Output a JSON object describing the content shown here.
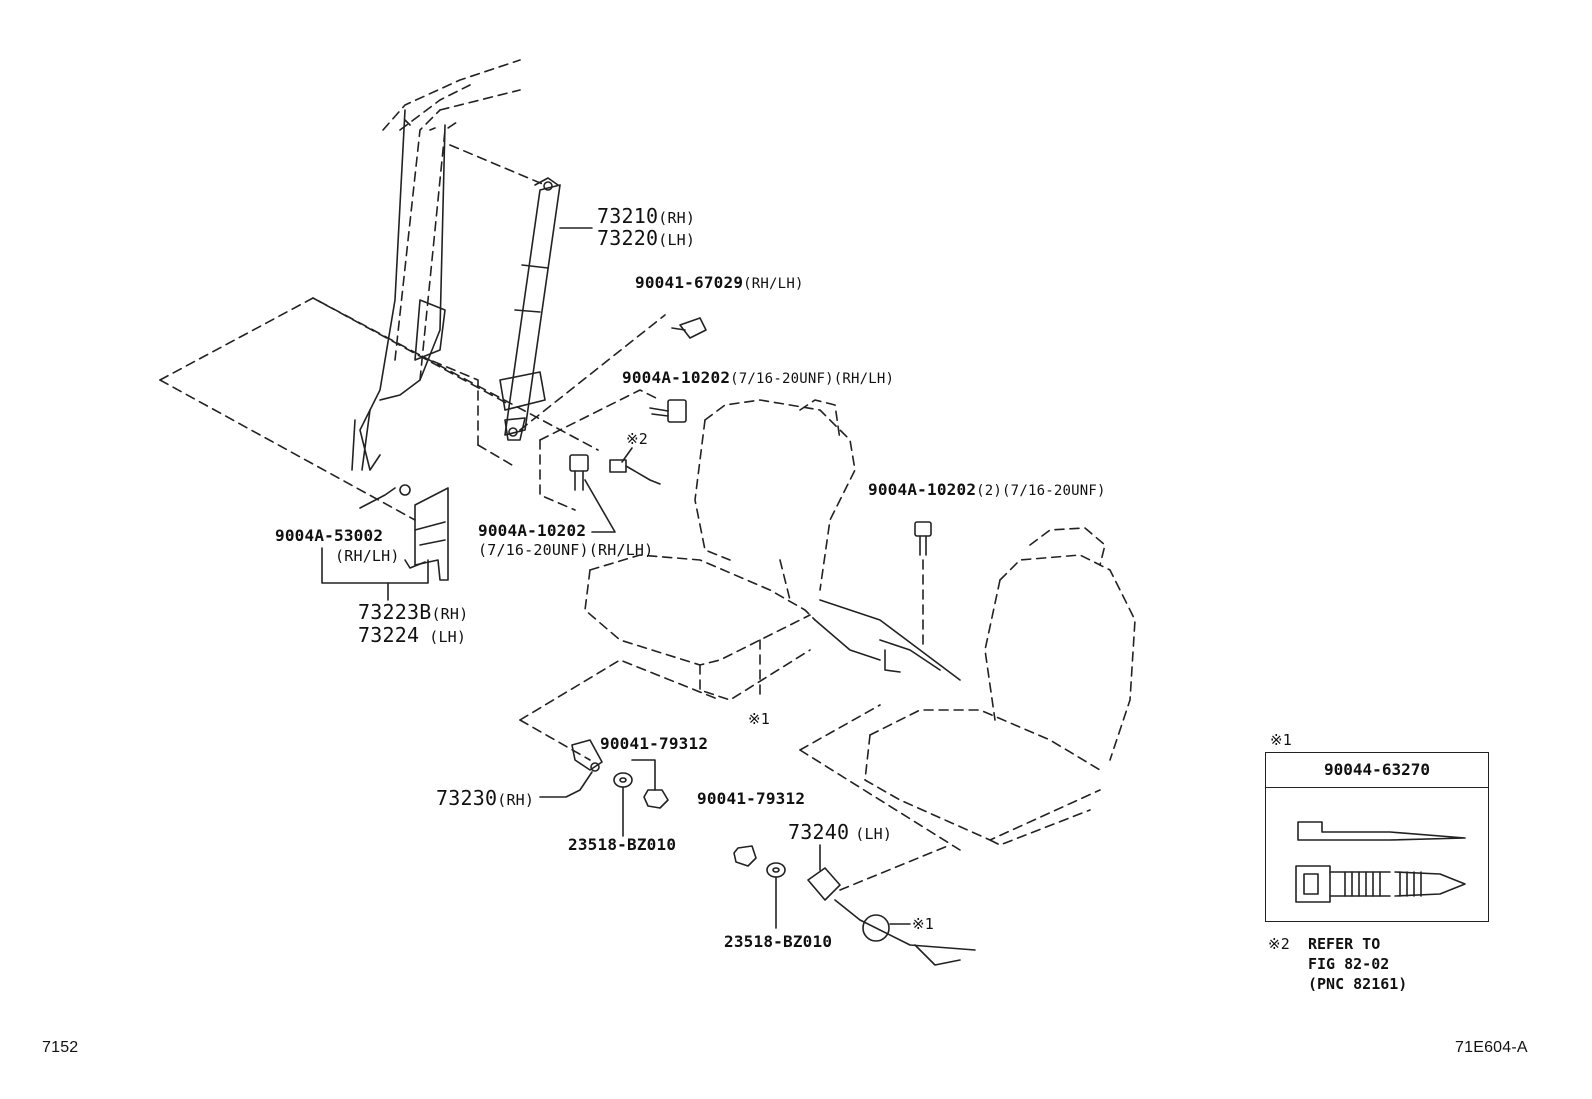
{
  "labels": {
    "l73210": "73210",
    "l73210_suffix": "(RH)",
    "l73220": "73220",
    "l73220_suffix": "(LH)",
    "l90041_67029": "90041-67029",
    "l90041_67029_suffix": "(RH/LH)",
    "l9004A_10202_top": "9004A-10202",
    "l9004A_10202_top_suffix": "(7/16-20UNF)(RH/LH)",
    "ref2": "※2",
    "l9004A_10202_mid": "9004A-10202",
    "l9004A_10202_mid_sub": "(7/16-20UNF)(RH/LH)",
    "l9004A_10202_right": "9004A-10202",
    "l9004A_10202_right_suffix": "(2)(7/16-20UNF)",
    "l9004A_53002": "9004A-53002",
    "l9004A_53002_sub": "(RH/LH)",
    "l73223B": "73223B",
    "l73223B_suffix": "(RH)",
    "l73224": "73224",
    "l73224_suffix": "(LH)",
    "ref1_seat": "※1",
    "l90041_79312_a": "90041-79312",
    "l73230": "73230",
    "l73230_suffix": "(RH)",
    "l23518_a": "23518-BZ010",
    "l90041_79312_b": "90041-79312",
    "l73240": "73240",
    "l73240_suffix": "(LH)",
    "l23518_b": "23518-BZ010",
    "ref1_buckle": "※1"
  },
  "legend": {
    "mark": "※1",
    "part": "90044-63270"
  },
  "note": {
    "mark": "※2",
    "text": "REFER TO\nFIG 82-02\n(PNC 82161)"
  },
  "footer": {
    "left": "7152",
    "right": "71E604-A"
  }
}
